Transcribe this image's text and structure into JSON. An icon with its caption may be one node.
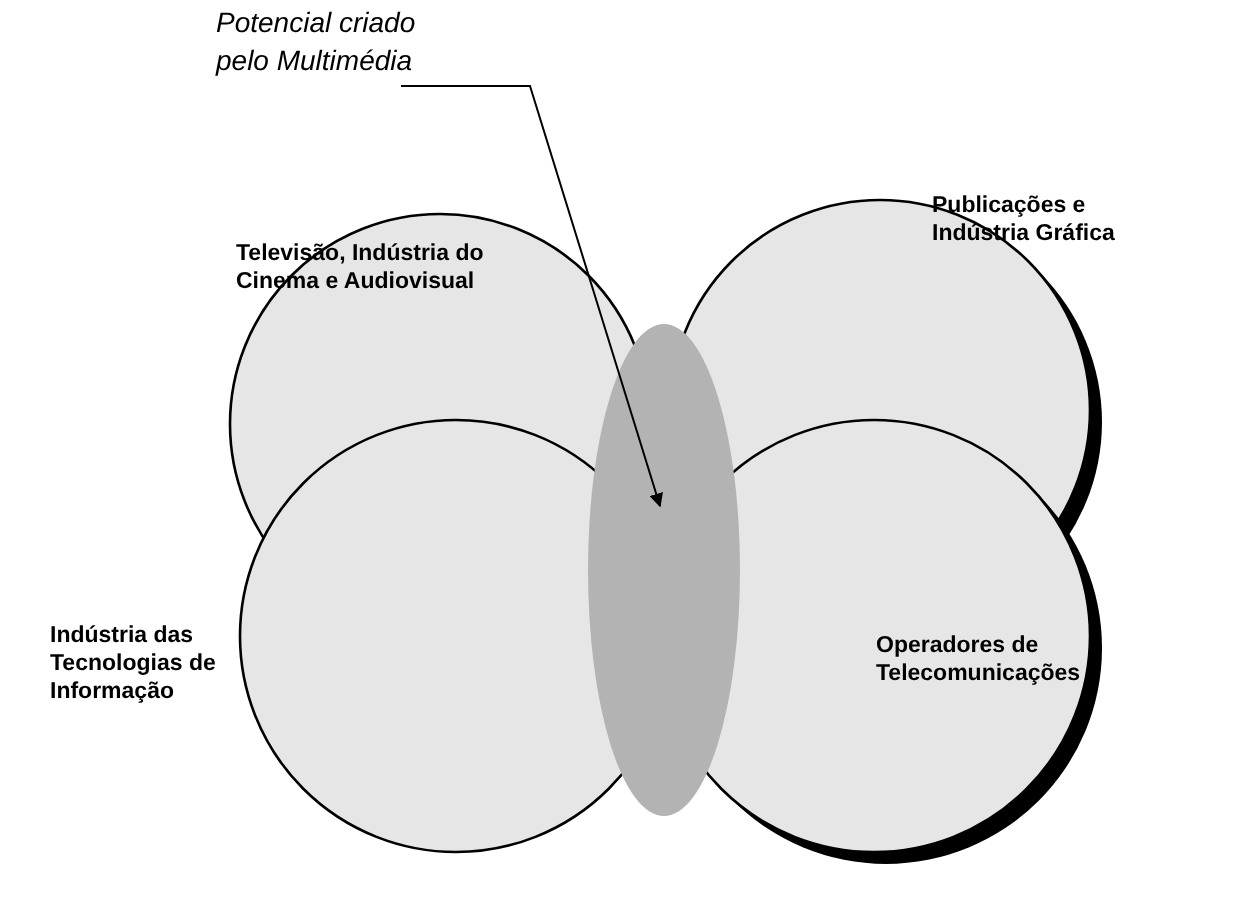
{
  "diagram": {
    "nodes": [
      {
        "text": [
          "Televisão, Indústria do Cinema e Audiovisual"
        ]
      },
      {
        "text": [
          "Publicações e Indústria Gráfica"
        ]
      },
      {
        "text": [
          "Indústria das Tecnologias de Informação"
        ]
      },
      {
        "text": [
          "Operadores de Telecomunicações"
        ]
      },
      {
        "text": [
          "Potencial criado pelo Multimédia"
        ]
      },
      {
        "text": [],
        "shape": "ellipse"
      }
    ],
    "edges": [
      {
        "from": 4,
        "to": 5,
        "arrow": "to"
      }
    ]
  }
}
